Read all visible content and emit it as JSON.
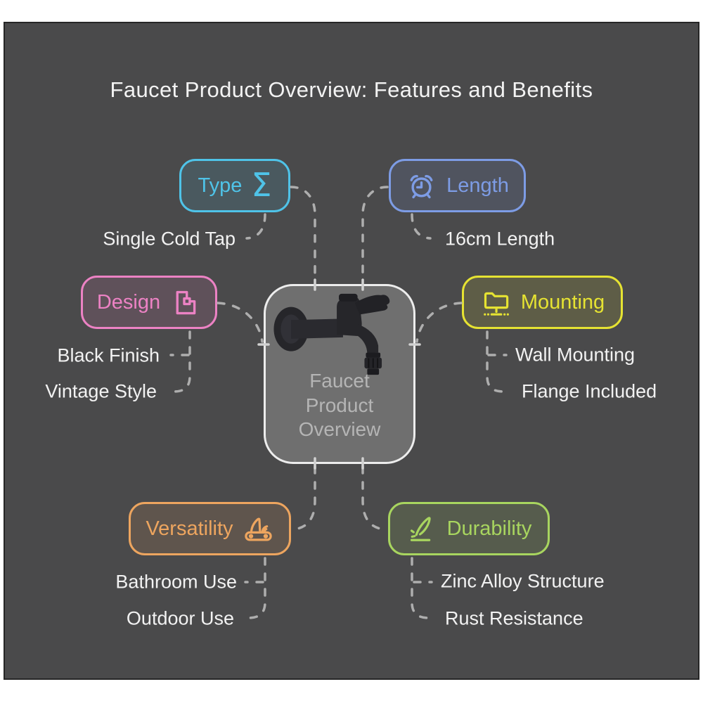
{
  "title": "Faucet Product Overview: Features and Benefits",
  "colors": {
    "background": "#4a4a4b",
    "page_margin": "#ffffff",
    "connector": "#aeaeae",
    "title_text": "#f3f3f3",
    "leaf_text": "#f2f2f2",
    "center_border": "#ededed",
    "center_fill": "#6f6f6f",
    "center_text": "#b5b5b5"
  },
  "center": {
    "label": "Faucet Product Overview",
    "label_lines": [
      "Faucet",
      "Product",
      "Overview"
    ],
    "image": "black-wall-mounted-faucet"
  },
  "branches": [
    {
      "id": "type",
      "label": "Type",
      "icon": "sigma-icon",
      "glyph": "Σ",
      "color": "#4fc3e8",
      "children": [
        "Single Cold Tap"
      ]
    },
    {
      "id": "length",
      "label": "Length",
      "icon": "alarm-clock-icon",
      "color": "#7d9ce5",
      "children": [
        "16cm Length"
      ]
    },
    {
      "id": "design",
      "label": "Design",
      "icon": "shape-union-icon",
      "color": "#ec82c4",
      "children": [
        "Black Finish",
        "Vintage Style"
      ]
    },
    {
      "id": "mounting",
      "label": "Mounting",
      "icon": "network-folder-icon",
      "color": "#e6e332",
      "children": [
        "Wall Mounting",
        "Flange Included"
      ]
    },
    {
      "id": "versatility",
      "label": "Versatility",
      "icon": "swiss-army-knife-icon",
      "color": "#eda55f",
      "children": [
        "Bathroom Use",
        "Outdoor Use"
      ]
    },
    {
      "id": "durability",
      "label": "Durability",
      "icon": "carving-knife-icon",
      "color": "#a8d55f",
      "children": [
        "Zinc Alloy Structure",
        "Rust Resistance"
      ]
    }
  ]
}
